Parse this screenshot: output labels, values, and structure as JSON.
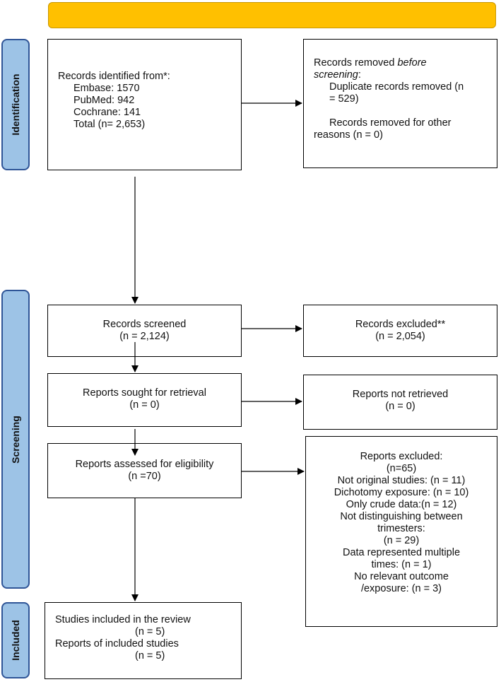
{
  "phases": {
    "identification": "Identification",
    "screening": "Screening",
    "included": "Included"
  },
  "identification": {
    "records_identified": {
      "heading": "Records identified from*:",
      "embase": "Embase: 1570",
      "pubmed": "PubMed: 942",
      "cochrane": "Cochrane: 141",
      "total": "Total (n= 2,653)"
    },
    "records_removed": {
      "heading_part1": "Records removed ",
      "heading_italic": "before",
      "heading_part2": "screening",
      "heading_colon": ":",
      "duplicates_line1": "Duplicate records removed (n",
      "duplicates_line2": "= 529)",
      "other_line1": "Records removed for other",
      "other_line2": "reasons (n = 0)"
    }
  },
  "screening": {
    "records_screened": {
      "label": "Records screened",
      "count": "(n = 2,124)"
    },
    "records_excluded": {
      "label": "Records excluded**",
      "count": "(n = 2,054)"
    },
    "reports_sought": {
      "label": "Reports sought for retrieval",
      "count": "(n = 0)"
    },
    "reports_not_retrieved": {
      "label": "Reports not retrieved",
      "count": "(n = 0)"
    },
    "reports_assessed": {
      "label": "Reports assessed for eligibility",
      "count": "(n =70)"
    },
    "reports_excluded": {
      "lines": [
        "Reports excluded:",
        "(n=65)",
        "Not original studies: (n = 11)",
        "Dichotomy exposure: (n = 10)",
        "Only crude data:(n = 12)",
        "Not distinguishing between",
        "trimesters:",
        "(n = 29)",
        "Data represented multiple",
        "times: (n = 1)",
        "No relevant outcome",
        "/exposure: (n = 3)"
      ]
    }
  },
  "included": {
    "studies_label": "Studies included in the review",
    "studies_count": "(n = 5)",
    "reports_label": "Reports of included studies",
    "reports_count": "(n = 5)"
  },
  "colors": {
    "banner": "#ffc000",
    "phase_fill": "#9dc3e6",
    "phase_border": "#2f5597"
  }
}
